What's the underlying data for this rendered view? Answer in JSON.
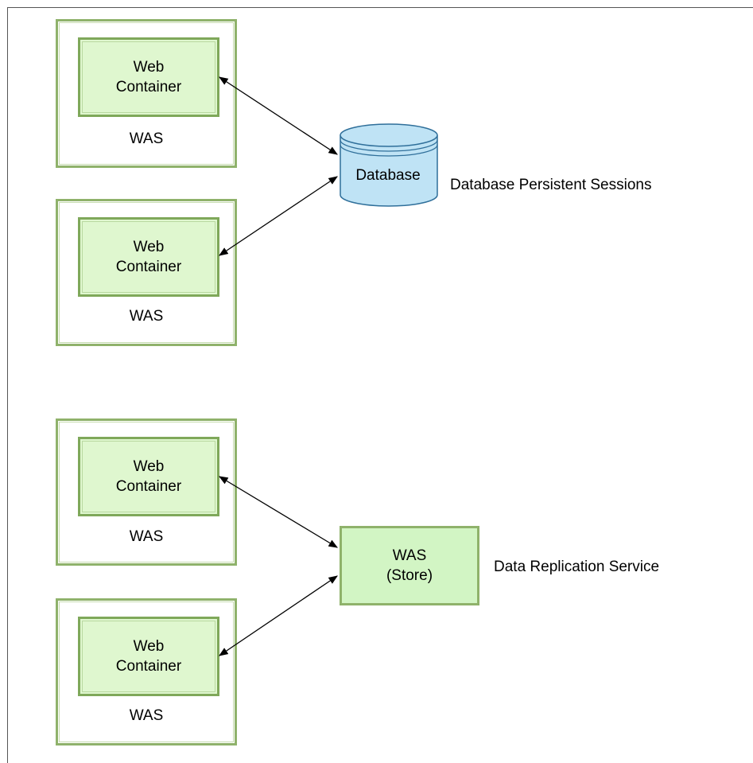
{
  "groups": [
    {
      "name": "database",
      "servers": [
        {
          "container_label": "Web\nContainer",
          "server_label": "WAS"
        },
        {
          "container_label": "Web\nContainer",
          "server_label": "WAS"
        }
      ],
      "target_label": "Database",
      "caption": "Database Persistent Sessions"
    },
    {
      "name": "replication",
      "servers": [
        {
          "container_label": "Web\nContainer",
          "server_label": "WAS"
        },
        {
          "container_label": "Web\nContainer",
          "server_label": "WAS"
        }
      ],
      "target_line1": "WAS",
      "target_line2": "(Store)",
      "caption": "Data Replication Service"
    }
  ],
  "colors": {
    "container_fill": "#dff7cf",
    "border_green": "#8fb26b",
    "database_fill": "#bfe3f5",
    "database_stroke": "#2f6f9a"
  }
}
